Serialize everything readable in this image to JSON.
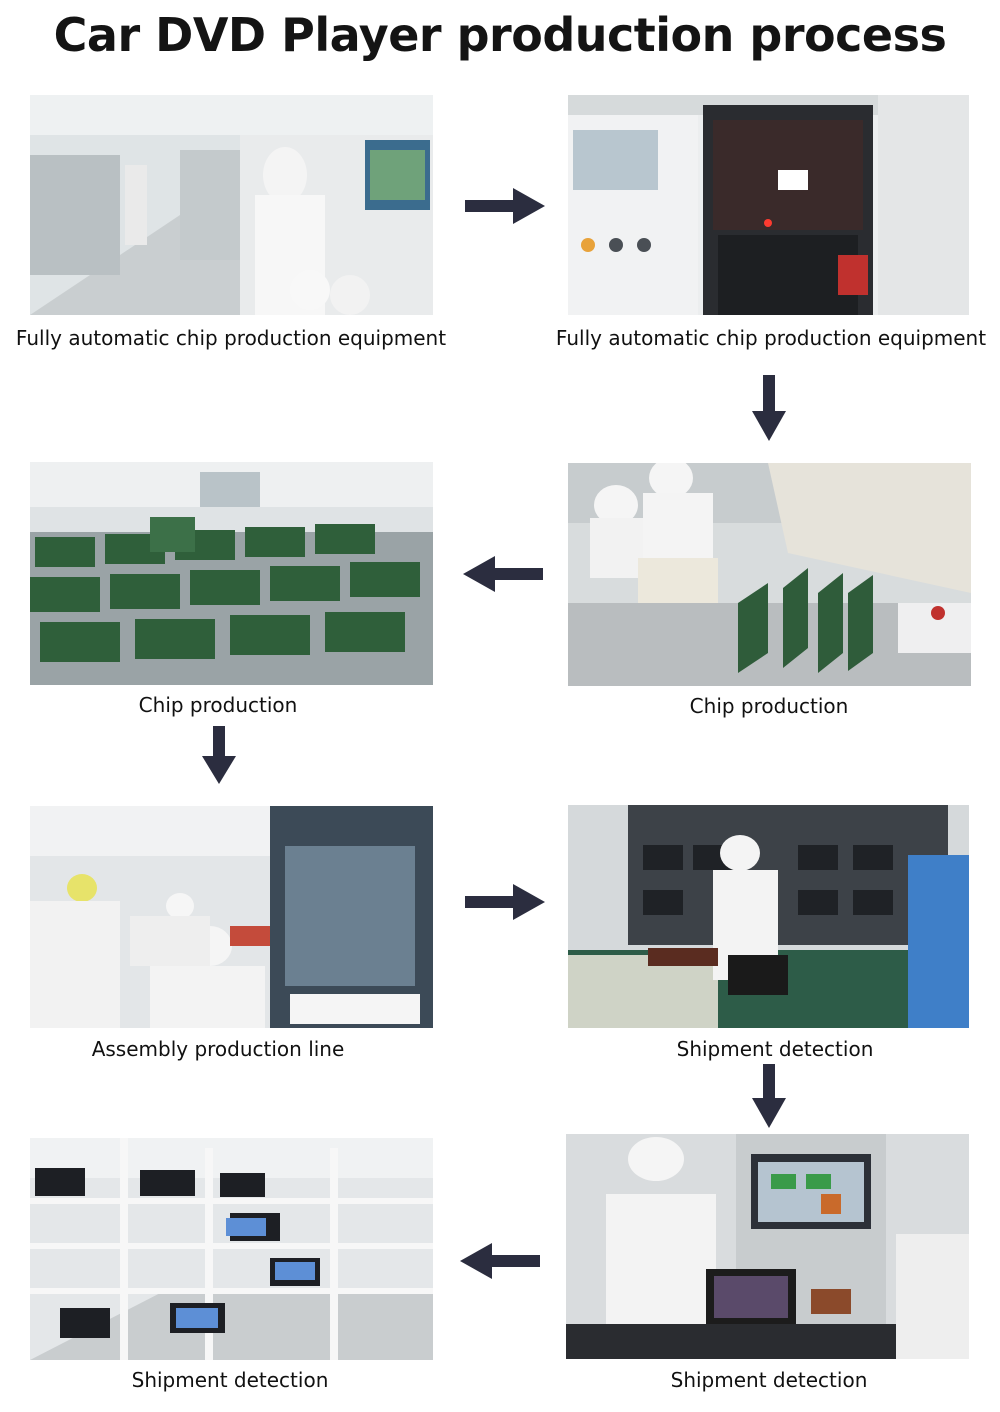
{
  "page": {
    "title": "Car DVD Player production process",
    "arrow_color": "#2b2d3f"
  },
  "steps": [
    {
      "caption": "Fully automatic chip production equipment",
      "scene": "smt-line-worker"
    },
    {
      "caption": "Fully automatic chip production equipment",
      "scene": "pick-and-place-machine"
    },
    {
      "caption": "Chip production",
      "scene": "pcb-board-racks"
    },
    {
      "caption": "Chip production",
      "scene": "workers-at-reflow-line"
    },
    {
      "caption": "Assembly production line",
      "scene": "assembly-workers"
    },
    {
      "caption": "Shipment detection",
      "scene": "worker-testing-units"
    },
    {
      "caption": "Shipment detection",
      "scene": "burn-in-test-racks"
    },
    {
      "caption": "Shipment detection",
      "scene": "worker-at-test-station"
    }
  ]
}
